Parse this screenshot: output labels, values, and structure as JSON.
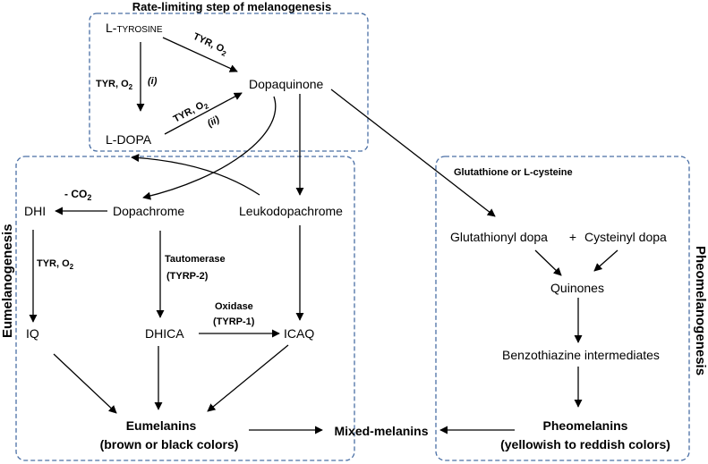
{
  "titles": {
    "rate_limiting": "Rate-limiting step of melanogenesis",
    "eumelanogenesis": "Eumelanogenesis",
    "pheomelanogenesis": "Pheomelanogenesis"
  },
  "nodes": {
    "l_tyrosine": "L-tyrosine",
    "l_dopa": "L-DOPA",
    "dopaquinone": "Dopaquinone",
    "dopachrome": "Dopachrome",
    "leukodopachrome": "Leukodopachrome",
    "dhi": "DHI",
    "iq": "IQ",
    "dhica": "DHICA",
    "icaq": "ICAQ",
    "eumelanins": "Eumelanins",
    "eumelanins_colors": "(brown or black colors)",
    "mixed_melanins": "Mixed-melanins",
    "glutathionyl_dopa": "Glutathionyl dopa",
    "plus": "+",
    "cysteinyl_dopa": "Cysteinyl dopa",
    "quinones": "Quinones",
    "benzothiazine": "Benzothiazine intermediates",
    "pheomelanins": "Pheomelanins",
    "pheomelanins_colors": "(yellowish to reddish colors)"
  },
  "labels": {
    "tyr_o2_top": "TYR, O",
    "tyr_o2_top_sub": "2",
    "tyr_o2_left": "TYR, O",
    "tyr_o2_left_sub": "2",
    "step_i": "(i)",
    "tyr_o2_mid": "TYR, O",
    "tyr_o2_mid_sub": "2",
    "step_ii": "(ii)",
    "minus_co2": "- CO",
    "minus_co2_sub": "2",
    "tyr_o2_dhi": "TYR, O",
    "tyr_o2_dhi_sub": "2",
    "tautomerase": "Tautomerase",
    "tyrp2": "(TYRP-2)",
    "oxidase": "Oxidase",
    "tyrp1": "(TYRP-1)",
    "glutathione_cysteine": "Glutathione or L-cysteine"
  },
  "colors": {
    "box_border": "#4a6fa5",
    "arrow": "#000000",
    "text": "#000000"
  }
}
